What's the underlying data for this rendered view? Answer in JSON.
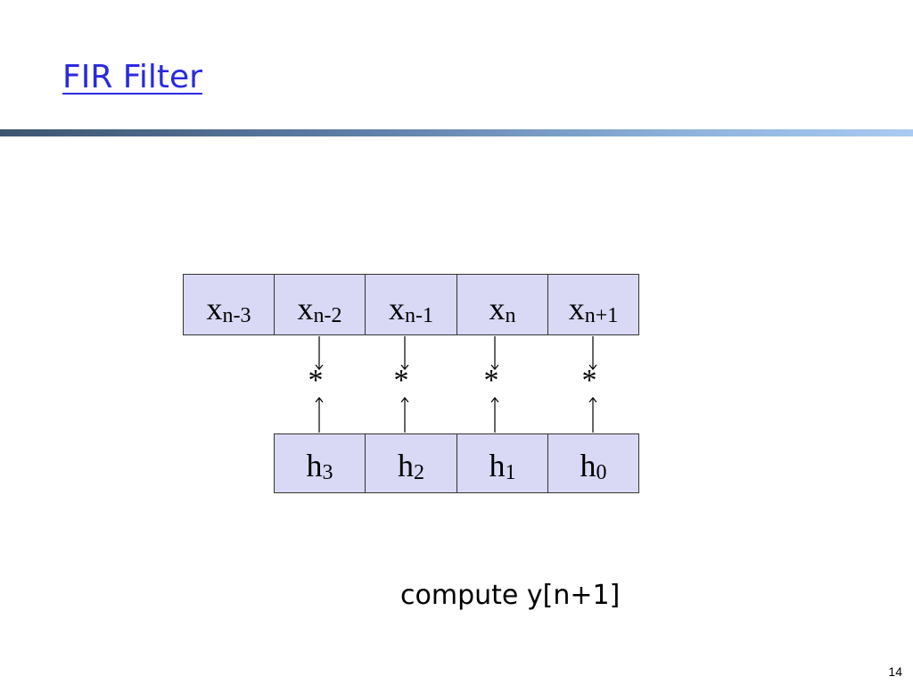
{
  "slide": {
    "title": "FIR Filter",
    "caption": "compute y[n+1]",
    "page_number": "14"
  },
  "x_row": [
    {
      "var": "x",
      "sub": "n-3"
    },
    {
      "var": "x",
      "sub": "n-2"
    },
    {
      "var": "x",
      "sub": "n-1"
    },
    {
      "var": "x",
      "sub": "n"
    },
    {
      "var": "x",
      "sub": "n+1"
    }
  ],
  "h_row": [
    {
      "var": "h",
      "sub": "3"
    },
    {
      "var": "h",
      "sub": "2"
    },
    {
      "var": "h",
      "sub": "1"
    },
    {
      "var": "h",
      "sub": "0"
    }
  ],
  "operators": [
    "*",
    "*",
    "*",
    "*"
  ],
  "colors": {
    "title": "#2a2ae0",
    "cell_fill": "#d9d9f6",
    "cell_border": "#333333"
  }
}
